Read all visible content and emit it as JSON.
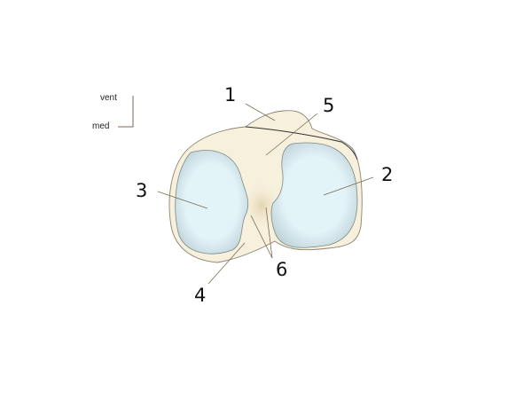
{
  "orientation": {
    "vent": "vent",
    "med": "med"
  },
  "labels": {
    "l1": "1",
    "l2": "2",
    "l3": "3",
    "l4": "4",
    "l5": "5",
    "l6": "6"
  },
  "colors": {
    "bone": "#f6f0dc",
    "facet": "#e2f3f8",
    "outline": "#8a8470"
  }
}
